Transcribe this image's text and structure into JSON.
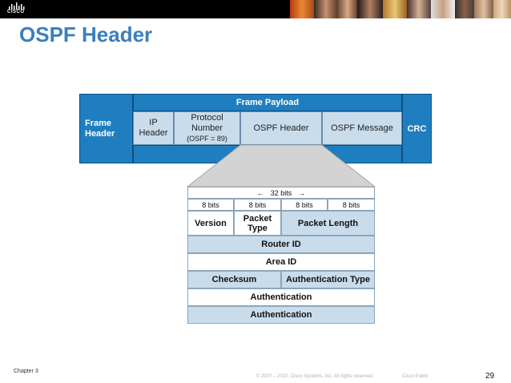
{
  "title": "OSPF Header",
  "brand": {
    "logo_text": "CISCO"
  },
  "frame": {
    "frame_header": [
      "Frame",
      "Header"
    ],
    "frame_payload": "Frame Payload",
    "crc": "CRC",
    "ip_header": [
      "IP",
      "Header"
    ],
    "protocol_number": [
      "Protocol",
      "Number"
    ],
    "protocol_sub": "(OSPF = 89)",
    "ospf_header": "OSPF Header",
    "ospf_message": "OSPF Message"
  },
  "packet": {
    "bits_32": "32 bits",
    "bits_8": [
      "8 bits",
      "8 bits",
      "8 bits",
      "8 bits"
    ],
    "version": "Version",
    "packet_type": [
      "Packet",
      "Type"
    ],
    "packet_length": "Packet Length",
    "router_id": "Router ID",
    "area_id": "Area ID",
    "checksum": "Checksum",
    "auth_type": "Authentication Type",
    "auth_1": "Authentication",
    "auth_2": "Authentication"
  },
  "footer": {
    "chapter": "Chapter 3",
    "copyright": "© 2007 – 2010, Cisco Systems, Inc. All rights reserved.",
    "classification": "Cisco Public",
    "page_number": "29"
  },
  "colors": {
    "title": "#3b7fbd",
    "blue_cell": "#1f7ec0",
    "light_cell": "#c9dcec"
  },
  "icons": {
    "left_arrow": "left-arrow-icon",
    "right_arrow": "right-arrow-icon"
  }
}
